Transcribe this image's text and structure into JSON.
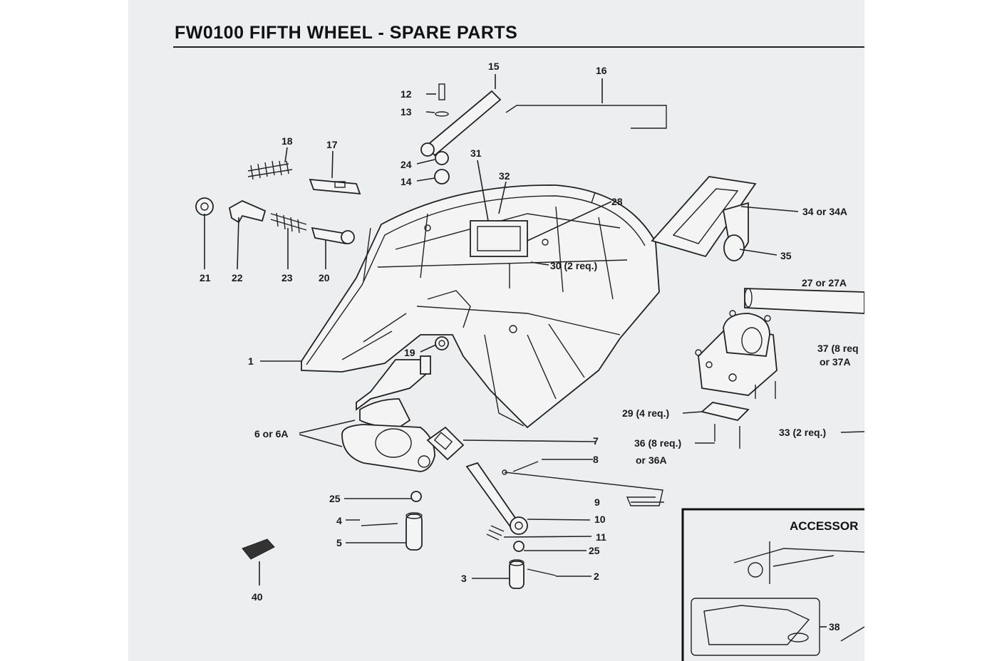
{
  "title": "FW0100 FIFTH WHEEL - SPARE PARTS",
  "labels": {
    "l1": "1",
    "l2": "2",
    "l3": "3",
    "l4": "4",
    "l5": "5",
    "l6": "6 or 6A",
    "l7": "7",
    "l8": "8",
    "l9": "9",
    "l10": "10",
    "l11": "11",
    "l12": "12",
    "l13": "13",
    "l14": "14",
    "l15": "15",
    "l16": "16",
    "l17": "17",
    "l18": "18",
    "l19": "19",
    "l20": "20",
    "l21": "21",
    "l22": "22",
    "l23": "23",
    "l24": "24",
    "l25a": "25",
    "l25b": "25",
    "l27": "27 or 27A",
    "l28": "28",
    "l29": "29 (4 req.)",
    "l30": "30 (2 req.)",
    "l31": "31",
    "l32": "32",
    "l33": "33 (2 req.)",
    "l34": "34 or 34A",
    "l35": "35",
    "l36a": "36 (8 req.)",
    "l36b": "or 36A",
    "l37a": "37 (8 req",
    "l37b": "or 37A",
    "l38": "38",
    "l40": "40"
  },
  "accessories": {
    "title": "ACCESSOR"
  }
}
